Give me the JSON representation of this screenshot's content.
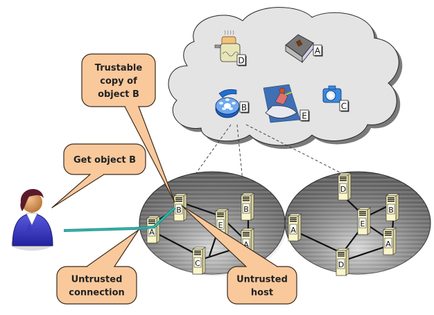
{
  "diagram": {
    "title": "Trustable object retrieval over untrusted network",
    "colors": {
      "callout_fill": "#f9c99c",
      "callout_stroke": "#3a2a1a",
      "cloud_fill": "#e4e4e4",
      "network_fill": "#9a9a9a",
      "server_fill": "#fbf6c8",
      "connection": "#2aa39a",
      "link": "#111111"
    },
    "callouts": [
      {
        "id": "trustable-copy",
        "lines": [
          "Trustable",
          "copy of",
          "object B"
        ]
      },
      {
        "id": "get-object",
        "lines": [
          "Get object B"
        ]
      },
      {
        "id": "untrusted-connection",
        "lines": [
          "Untrusted",
          "connection"
        ]
      },
      {
        "id": "untrusted-host",
        "lines": [
          "Untrusted",
          "host"
        ]
      }
    ],
    "cloud_objects": [
      {
        "icon": "toaster-icon",
        "label": "D"
      },
      {
        "icon": "book-icon",
        "label": "A"
      },
      {
        "icon": "film-reel-icon",
        "label": "B"
      },
      {
        "icon": "jet-ski-icon",
        "label": "E"
      },
      {
        "icon": "camera-icon",
        "label": "C"
      }
    ],
    "network_left": {
      "servers": [
        "B",
        "A",
        "B",
        "E",
        "A",
        "C"
      ]
    },
    "network_right": {
      "servers": [
        "D",
        "B",
        "A",
        "E",
        "A",
        "D"
      ]
    },
    "user": {
      "icon": "user-icon"
    }
  }
}
